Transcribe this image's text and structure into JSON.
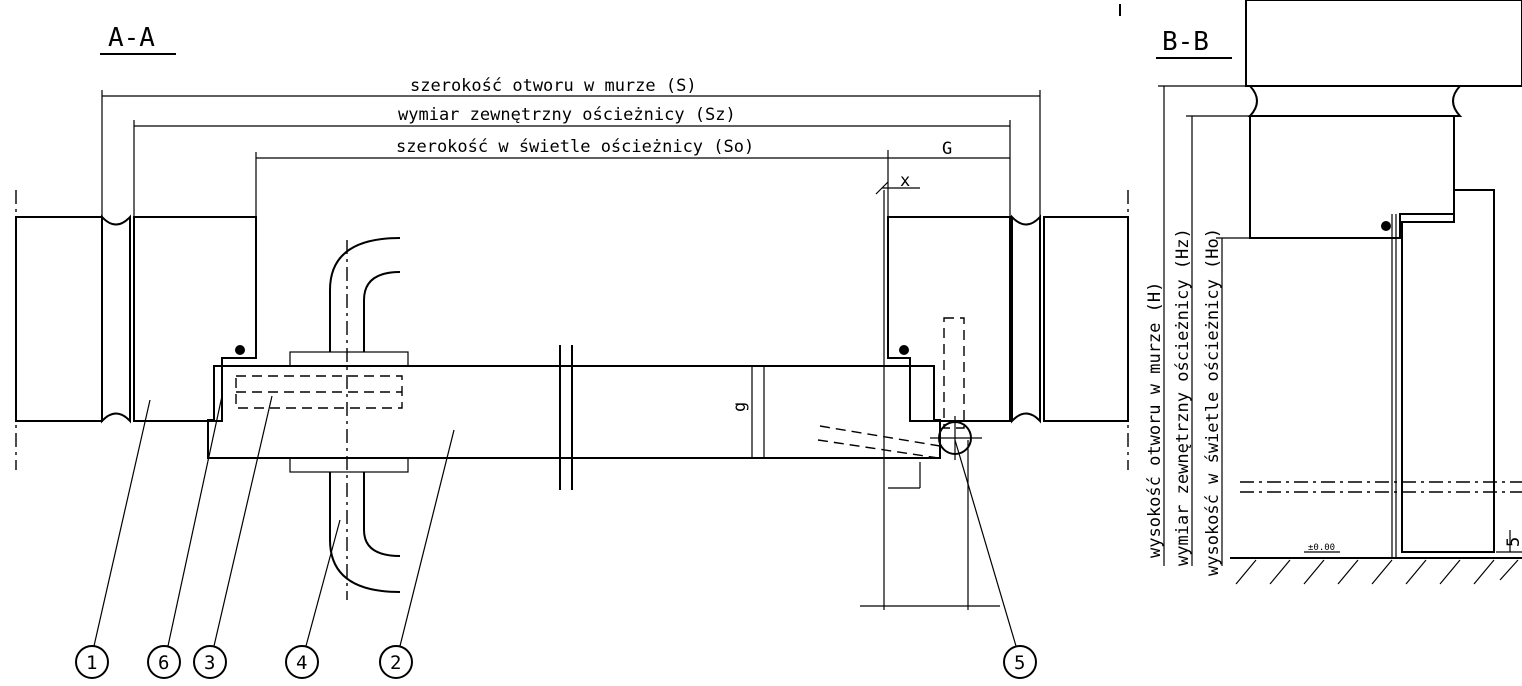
{
  "section_aa": {
    "title": "A-A"
  },
  "section_bb": {
    "title": "B-B"
  },
  "dimensions": {
    "opening_width": "szerokość otworu w murze (S)",
    "frame_outer_width": "wymiar zewnętrzny ościeżnicy (Sz)",
    "frame_clear_width": "szerokość w świetle ościeżnicy (So)",
    "g_upper": "G",
    "x": "x",
    "g_lower": "g",
    "opening_height": "wysokość otworu w murze (H)",
    "frame_outer_height": "wymiar zewnętrzny ościeżnicy (Hz)",
    "frame_clear_height": "wysokość w świetle ościeżnicy (Ho)",
    "floor_level": "±0.00",
    "gap": "5"
  },
  "callouts": [
    "1",
    "6",
    "3",
    "4",
    "2",
    "5"
  ],
  "colors": {
    "line": "#000000",
    "background": "#ffffff"
  }
}
